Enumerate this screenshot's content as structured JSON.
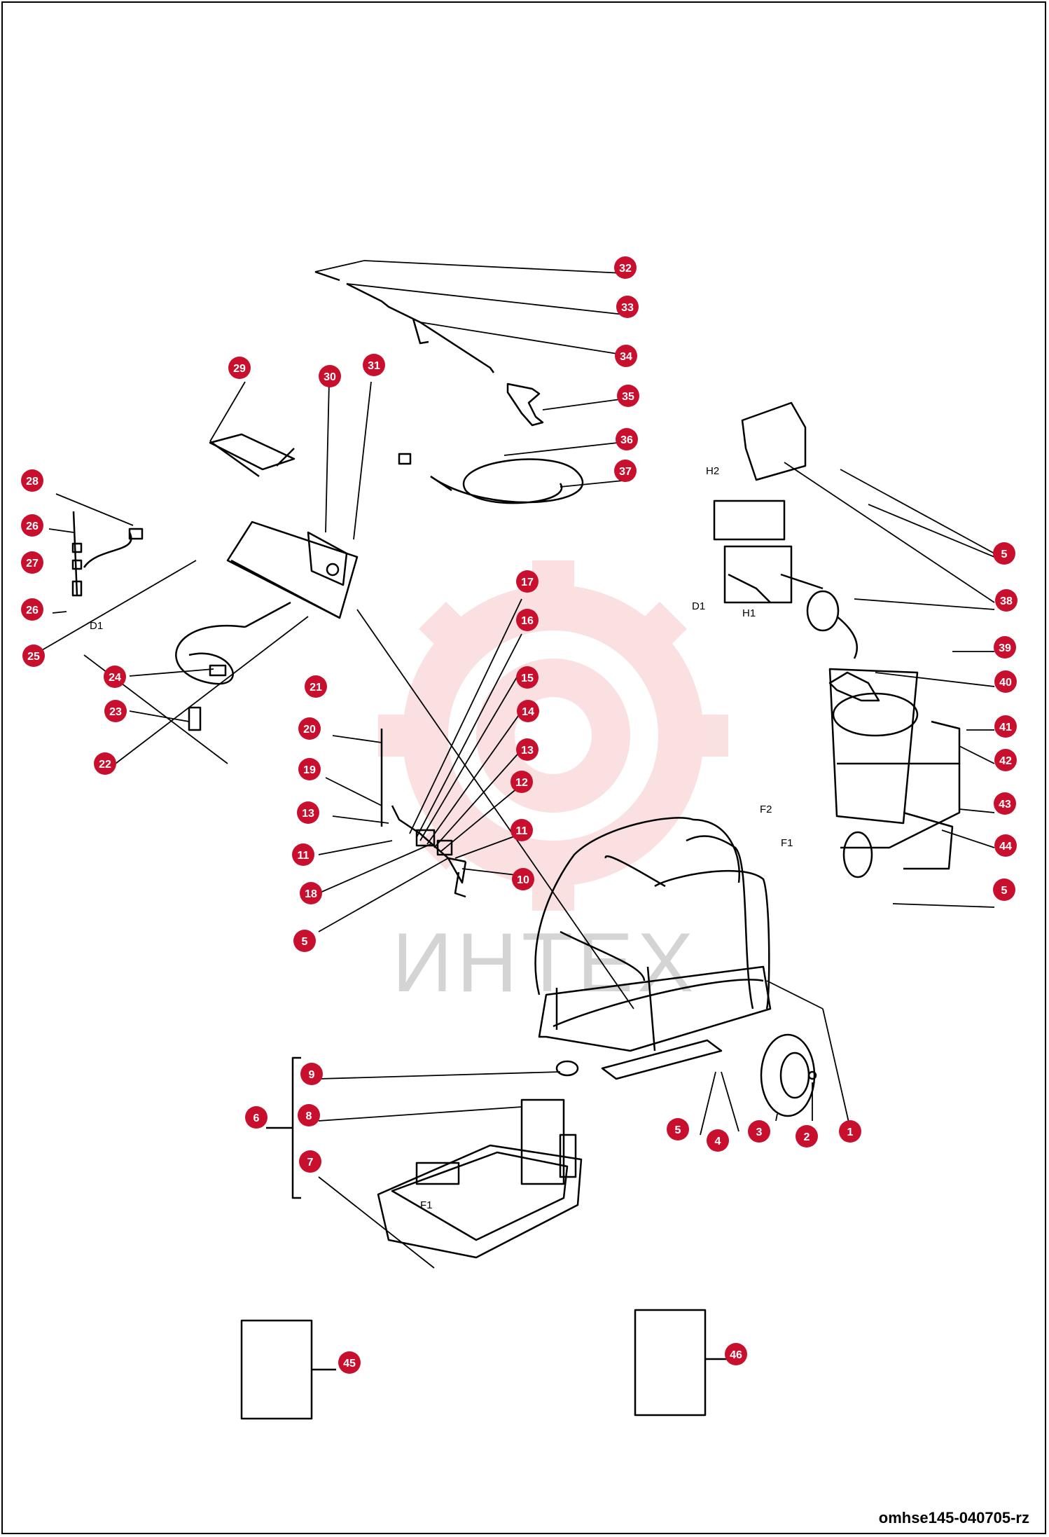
{
  "document_code": "omhse145-040705-rz",
  "watermark": {
    "text": "ИНТЕХ",
    "color": "#d4d4d4",
    "logo_color": "#f6c8c8"
  },
  "badge_color": "#c8102e",
  "component_labels": [
    "H2",
    "H1",
    "D1",
    "D1",
    "F2",
    "F1",
    "F1"
  ],
  "callouts": [
    "1",
    "2",
    "3",
    "4",
    "5",
    "5",
    "5",
    "5",
    "6",
    "7",
    "8",
    "9",
    "10",
    "11",
    "11",
    "12",
    "13",
    "13",
    "14",
    "15",
    "16",
    "17",
    "18",
    "19",
    "20",
    "21",
    "22",
    "23",
    "24",
    "25",
    "26",
    "26",
    "27",
    "28",
    "29",
    "30",
    "31",
    "32",
    "33",
    "34",
    "35",
    "36",
    "37",
    "38",
    "39",
    "40",
    "41",
    "42",
    "43",
    "44",
    "45",
    "46"
  ]
}
